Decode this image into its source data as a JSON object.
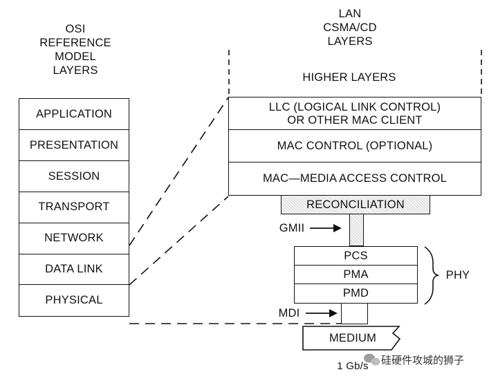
{
  "osi": {
    "title": "OSI\nREFERENCE\nMODEL\nLAYERS",
    "layers": [
      "APPLICATION",
      "PRESENTATION",
      "SESSION",
      "TRANSPORT",
      "NETWORK",
      "DATA LINK",
      "PHYSICAL"
    ]
  },
  "lan": {
    "title": "LAN\nCSMA/CD\nLAYERS",
    "higher_layers": "HIGHER LAYERS",
    "llc": "LLC (LOGICAL LINK CONTROL)\nOR OTHER MAC CLIENT",
    "mac_control": "MAC CONTROL (OPTIONAL)",
    "mac": "MAC—MEDIA ACCESS CONTROL",
    "reconciliation": "RECONCILIATION",
    "gmii": "GMII",
    "pcs": "PCS",
    "pma": "PMA",
    "pmd": "PMD",
    "phy": "PHY",
    "mdi": "MDI",
    "medium": "MEDIUM",
    "speed": "1 Gb/s"
  },
  "watermark": "硅硬件攻城的狮子",
  "icons": [
    "wechat-logo-icon"
  ]
}
